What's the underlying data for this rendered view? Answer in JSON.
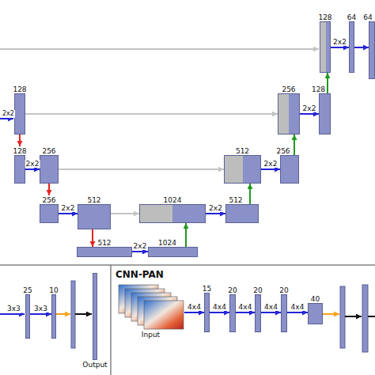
{
  "diagram": {
    "nodes": [
      {
        "text": [
          "128"
        ]
      },
      {
        "text": [
          "128"
        ]
      },
      {
        "text": [
          "256"
        ]
      },
      {
        "text": [
          "256"
        ]
      },
      {
        "text": [
          "512"
        ]
      },
      {
        "text": [
          "512"
        ]
      },
      {
        "text": [
          "1024"
        ]
      },
      {
        "text": [
          "1024"
        ]
      },
      {
        "text": [
          "512"
        ]
      },
      {
        "text": [
          "512"
        ]
      },
      {
        "text": [
          "256"
        ]
      },
      {
        "text": [
          "256"
        ]
      },
      {
        "text": [
          "128"
        ]
      },
      {
        "text": [
          "128"
        ]
      },
      {
        "text": [
          "64"
        ]
      },
      {
        "text": [
          "64"
        ]
      },
      {
        "text": [
          "25"
        ]
      },
      {
        "text": [
          "10"
        ]
      },
      {
        "text": [
          "Output"
        ]
      },
      {
        "text": [
          "Input"
        ]
      },
      {
        "text": [
          "15"
        ]
      },
      {
        "text": [
          "20"
        ]
      },
      {
        "text": [
          "20"
        ]
      },
      {
        "text": [
          "20"
        ]
      },
      {
        "text": [
          "40"
        ]
      }
    ],
    "edges": [
      {
        "from": 0,
        "to": 1,
        "arrow": "to"
      },
      {
        "from": 1,
        "to": 2,
        "label": "2x2",
        "arrow": "to"
      },
      {
        "from": 2,
        "to": 3,
        "arrow": "to"
      },
      {
        "from": 3,
        "to": 4,
        "label": "2x2",
        "arrow": "to"
      },
      {
        "from": 4,
        "to": 5,
        "arrow": "to"
      },
      {
        "from": 5,
        "to": 6,
        "label": "2x2",
        "arrow": "to"
      },
      {
        "from": 6,
        "to": 7,
        "arrow": "to"
      },
      {
        "from": 4,
        "to": 7,
        "arrow": "to"
      },
      {
        "from": 7,
        "to": 8,
        "label": "2x2",
        "arrow": "to"
      },
      {
        "from": 8,
        "to": 9,
        "arrow": "to"
      },
      {
        "from": 2,
        "to": 9,
        "arrow": "to"
      },
      {
        "from": 9,
        "to": 10,
        "label": "2x2",
        "arrow": "to"
      },
      {
        "from": 10,
        "to": 11,
        "arrow": "to"
      },
      {
        "from": 0,
        "to": 11,
        "arrow": "to"
      },
      {
        "from": 11,
        "to": 12,
        "label": "2x2",
        "arrow": "to"
      },
      {
        "from": 12,
        "to": 13,
        "arrow": "to"
      },
      {
        "from": 13,
        "to": 14,
        "label": "2x2",
        "arrow": "to"
      },
      {
        "from": 14,
        "to": 15,
        "arrow": "to"
      },
      {
        "from": 16,
        "to": 17,
        "label": "3x3",
        "arrow": "to"
      },
      {
        "from": 19,
        "to": 20,
        "label": "4x4",
        "arrow": "to"
      },
      {
        "from": 20,
        "to": 21,
        "label": "4x4",
        "arrow": "to"
      },
      {
        "from": 21,
        "to": 22,
        "label": "4x4",
        "arrow": "to"
      },
      {
        "from": 22,
        "to": 23,
        "label": "4x4",
        "arrow": "to"
      },
      {
        "from": 23,
        "to": 24,
        "label": "4x4",
        "arrow": "to"
      }
    ],
    "labels": [
      "2x2",
      "3x3",
      "CNN-PAN"
    ]
  }
}
